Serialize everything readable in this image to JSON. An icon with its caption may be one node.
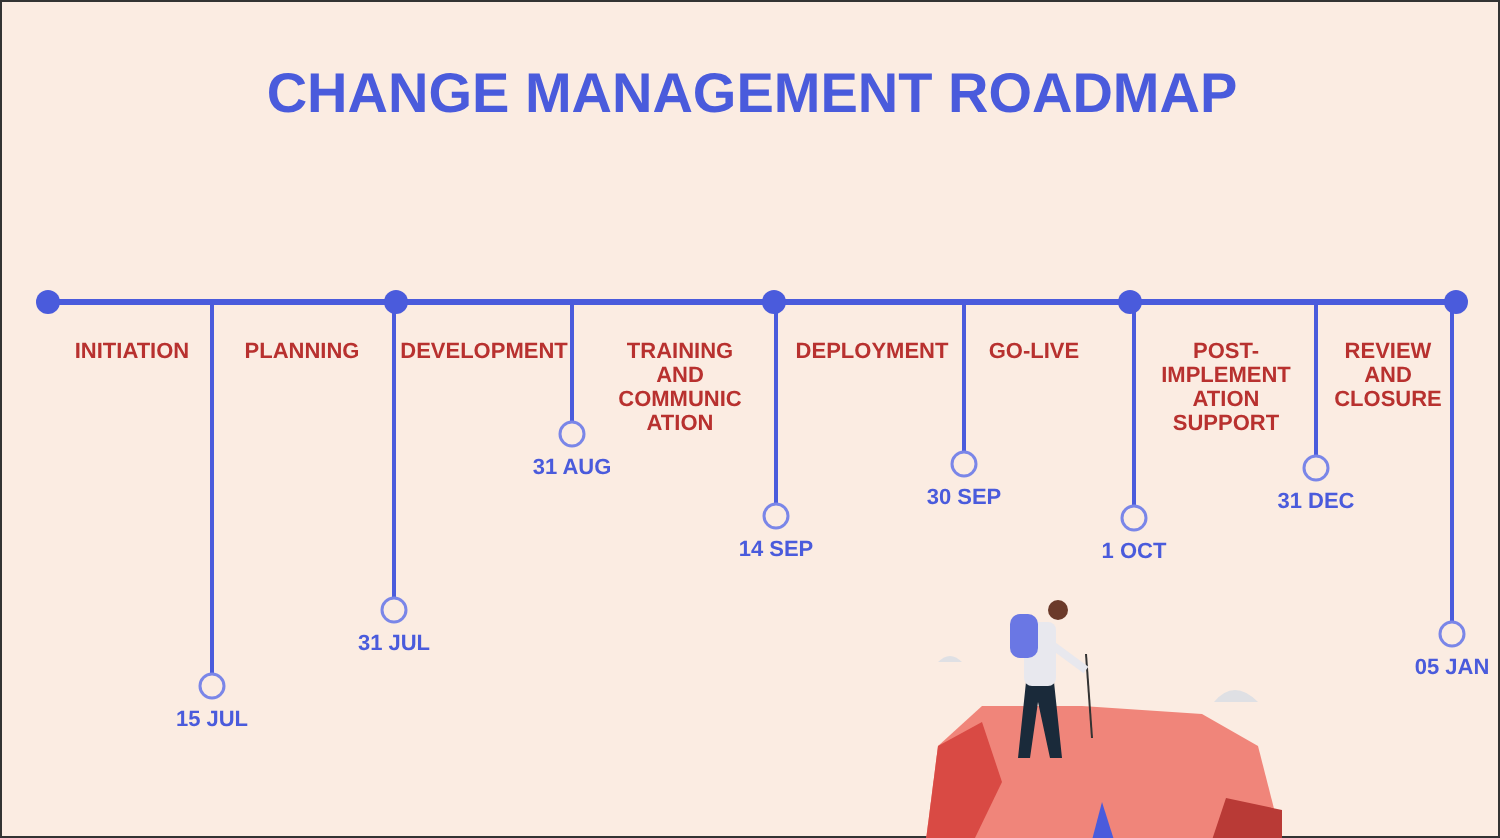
{
  "diagram": {
    "title": "CHANGE MANAGEMENT ROADMAP",
    "labels": [
      "INITIATION",
      "PLANNING",
      "DEVELOPMENT",
      "TRAINING AND COMMUNICATION",
      "DEPLOYMENT",
      "GO-LIVE",
      "POST-IMPLEMENTATION SUPPORT",
      "REVIEW AND CLOSURE",
      "15 JUL",
      "31 JUL",
      "31 AUG",
      "14 SEP",
      "30 SEP",
      "1 OCT",
      "31 DEC",
      "05 JAN"
    ]
  }
}
